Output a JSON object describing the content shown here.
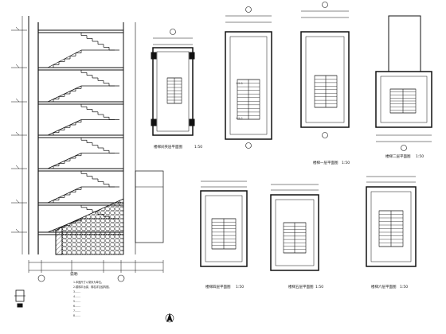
{
  "drawing": {
    "captions": {
      "plan_1": "楼梯间夹层平面图",
      "plan_2": "楼梯一层平面图",
      "plan_3": "楼梯二层平面图",
      "plan_4": "楼梯四层平面图",
      "plan_5": "楼梯五层平面图",
      "plan_6": "楼梯六层平面图",
      "scale": "1:50"
    },
    "section_marks": {
      "mark_1": "①②-1",
      "mark_2": "①②-1"
    },
    "notes_title": "说明:",
    "notes": [
      "1.本图尺寸以毫米为单位。",
      "2.楼梯平台梁、梯柱详见结构图。",
      "3.……",
      "4.……",
      "5.……",
      "6.……",
      "7.……",
      "8.……"
    ]
  }
}
